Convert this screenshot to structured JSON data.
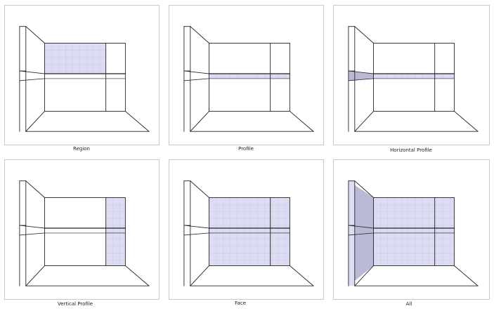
{
  "colors": {
    "line": "#222222",
    "fill": "#dcdcf2",
    "fill_dark": "#b9b9d6",
    "grid": "#c8c8e6",
    "border": "#c9c9c9"
  },
  "panels": [
    {
      "label": "Region",
      "highlight": [
        "region"
      ]
    },
    {
      "label": "Profile",
      "highlight": [
        "profile"
      ]
    },
    {
      "label": "Horizontal Profile",
      "highlight": [
        "hprofile"
      ]
    },
    {
      "label": "Vertical Profile",
      "highlight": [
        "vprofile"
      ]
    },
    {
      "label": "Face",
      "highlight": [
        "face"
      ]
    },
    {
      "label": "All",
      "highlight": [
        "all"
      ]
    }
  ]
}
